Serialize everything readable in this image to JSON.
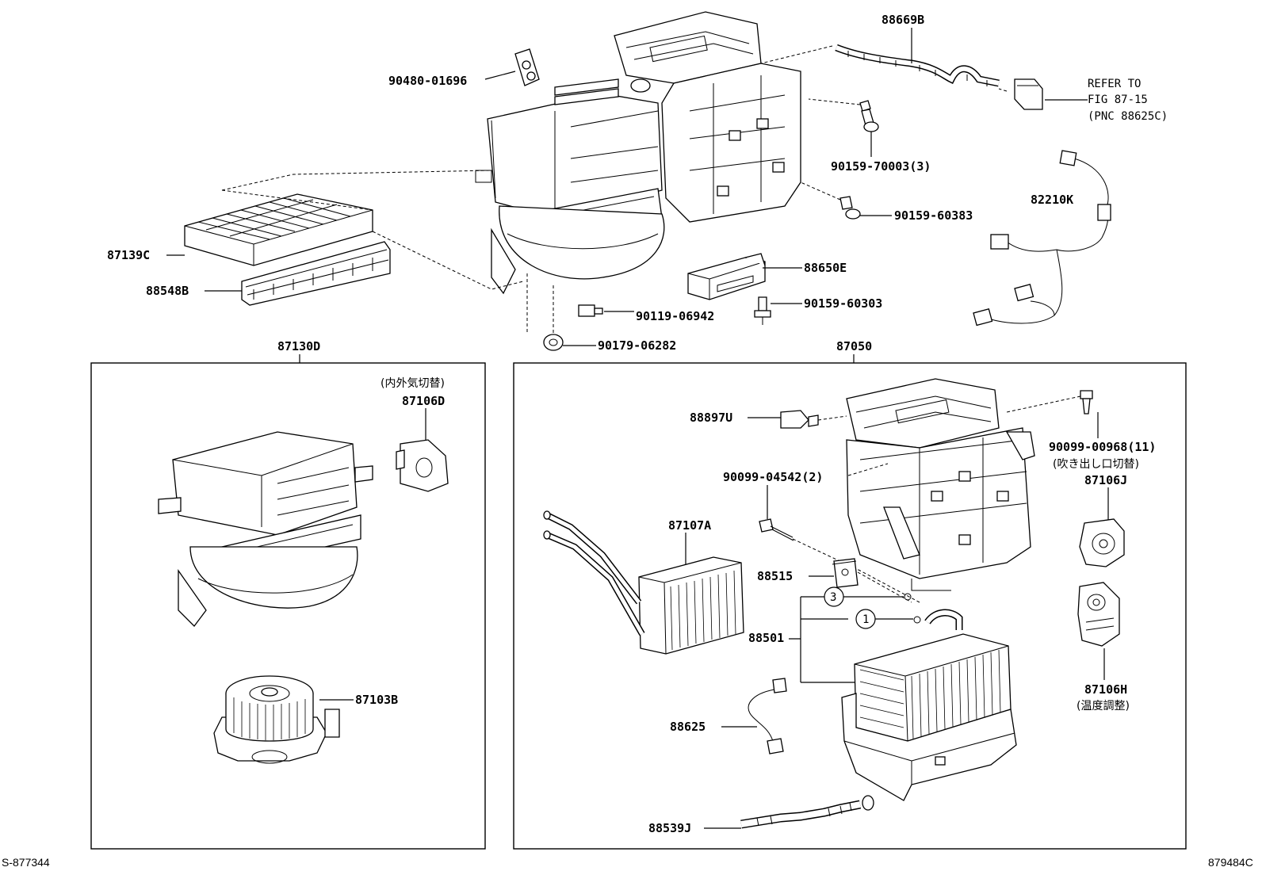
{
  "labels": {
    "p88669B": "88669B",
    "p90480": "90480-01696",
    "refer_line1": "REFER TO",
    "refer_line2": "FIG 87-15",
    "refer_line3": "(PNC 88625C)",
    "p90159_70003": "90159-70003(3)",
    "p82210K": "82210K",
    "p90159_60383": "90159-60383",
    "p87139C": "87139C",
    "p88548B": "88548B",
    "p88650E": "88650E",
    "p90119": "90119-06942",
    "p90159_60303": "90159-60303",
    "p90179": "90179-06282",
    "p87130D": "87130D",
    "p87050": "87050",
    "jp_intake": "(内外気切替)",
    "p87106D": "87106D",
    "p87103B": "87103B",
    "p88897U": "88897U",
    "p90099_00968": "90099-00968(11)",
    "jp_outlet": "(吹き出し口切替)",
    "p87106J": "87106J",
    "p90099_04542": "90099-04542(2)",
    "p87107A": "87107A",
    "p88515": "88515",
    "p88501": "88501",
    "callout3": "3",
    "callout1": "1",
    "p87106H": "87106H",
    "jp_temp": "(温度調整)",
    "p88625": "88625",
    "p88539J": "88539J"
  },
  "footer": {
    "left": "S-877344",
    "right": "879484C"
  }
}
